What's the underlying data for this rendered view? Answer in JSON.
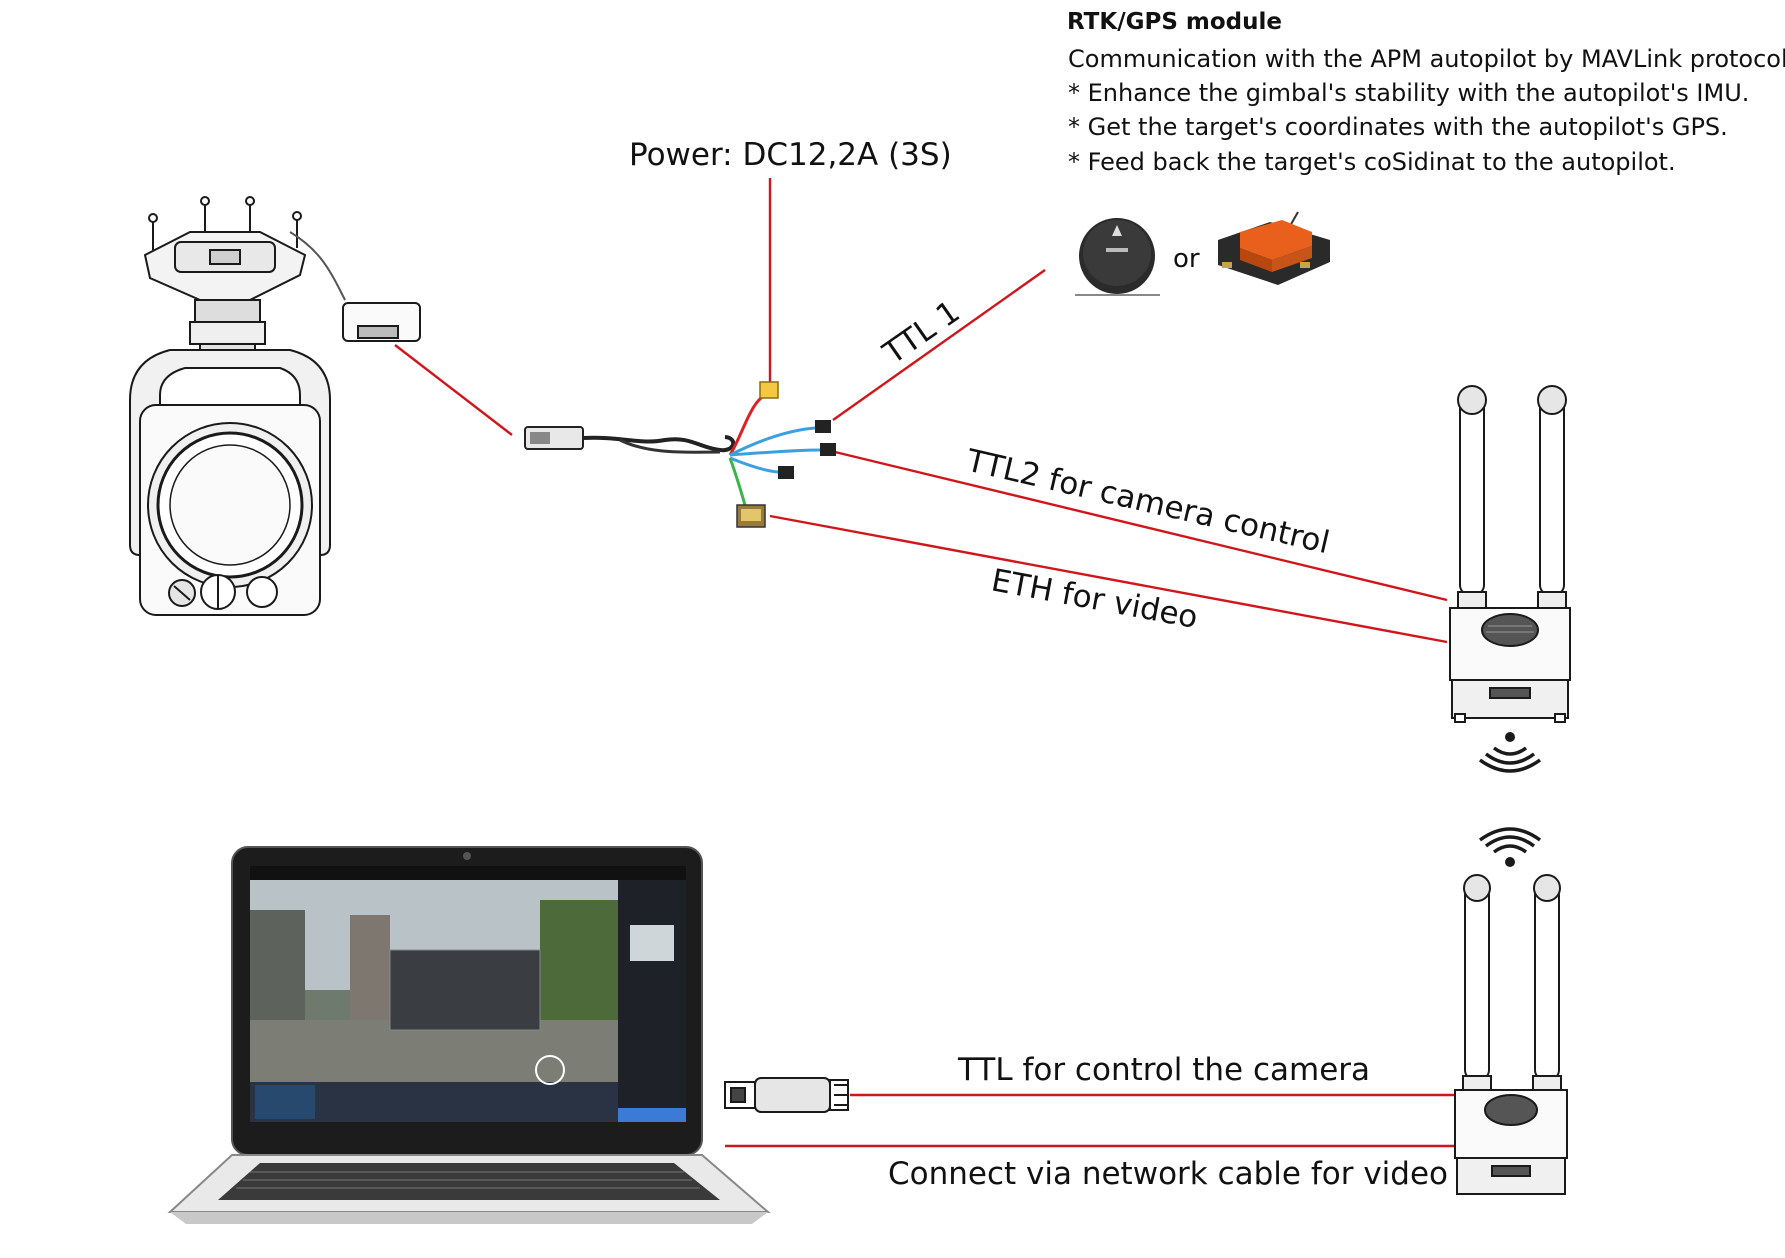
{
  "labels": {
    "power": "Power: DC12,2A (3S)",
    "ttl1": "TTL 1",
    "ttl2": "TTL2 for camera control",
    "eth": "ETH for video",
    "or": "or",
    "ttl_control": "TTL for control the camera",
    "network": "Connect via network cable for video"
  },
  "rtk": {
    "title": "RTK/GPS module",
    "lines": [
      "Communication with the APM autopilot by MAVLink protocol.",
      "* Enhance the gimbal's stability with the autopilot's IMU.",
      "* Get the target's coordinates with the autopilot's GPS.",
      "* Feed back the target's coSidinat to the autopilot."
    ]
  },
  "colors": {
    "connection": "#d0161b",
    "cable_blue": "#3aa0e0",
    "cable_green": "#3bb54a",
    "cable_red": "#e02020",
    "gps_gray": "#2b2b2b",
    "fc_orange": "#e8601c",
    "connector_yellow": "#f5c842"
  },
  "icons": {
    "gimbal": "gimbal-camera-icon",
    "gps": "gps-puck-icon",
    "flight_controller": "flight-controller-icon",
    "air_unit": "air-radio-icon",
    "ground_unit": "ground-radio-icon",
    "laptop": "laptop-icon",
    "usb": "usb-ttl-adapter-icon",
    "wifi": "wireless-signal-icon"
  }
}
